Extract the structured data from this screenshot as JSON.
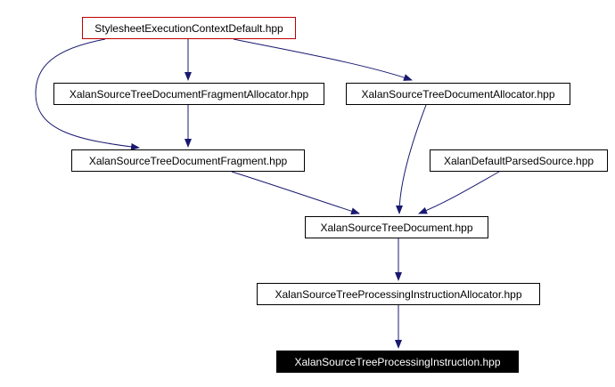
{
  "diagram": {
    "colors": {
      "edge": "#191970",
      "root_border": "#c00000",
      "current_fill": "#000000",
      "current_text": "#ffffff"
    },
    "nodes": {
      "ctx": {
        "label": "StylesheetExecutionContextDefault.hpp"
      },
      "fragalloc": {
        "label": "XalanSourceTreeDocumentFragmentAllocator.hpp"
      },
      "docalloc": {
        "label": "XalanSourceTreeDocumentAllocator.hpp"
      },
      "frag": {
        "label": "XalanSourceTreeDocumentFragment.hpp"
      },
      "parsed": {
        "label": "XalanDefaultParsedSource.hpp"
      },
      "doc": {
        "label": "XalanSourceTreeDocument.hpp"
      },
      "pialloc": {
        "label": "XalanSourceTreeProcessingInstructionAllocator.hpp"
      },
      "pi": {
        "label": "XalanSourceTreeProcessingInstruction.hpp"
      }
    },
    "edges": [
      {
        "from": "ctx",
        "to": "fragalloc"
      },
      {
        "from": "ctx",
        "to": "docalloc"
      },
      {
        "from": "ctx",
        "to": "frag"
      },
      {
        "from": "fragalloc",
        "to": "frag"
      },
      {
        "from": "docalloc",
        "to": "doc"
      },
      {
        "from": "frag",
        "to": "doc"
      },
      {
        "from": "parsed",
        "to": "doc"
      },
      {
        "from": "doc",
        "to": "pialloc"
      },
      {
        "from": "pialloc",
        "to": "pi"
      }
    ]
  }
}
